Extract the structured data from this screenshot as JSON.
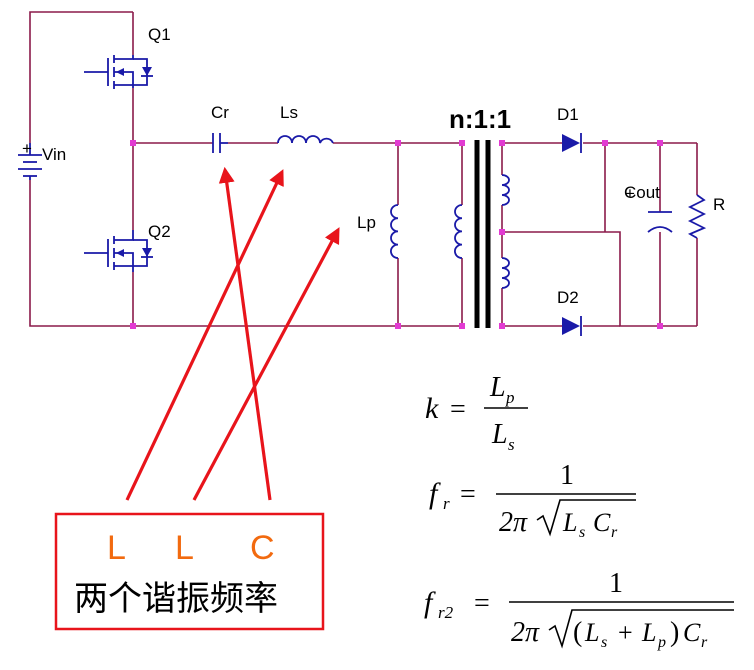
{
  "labels": {
    "q1": "Q1",
    "q2": "Q2",
    "vin": "Vin",
    "cr": "Cr",
    "ls": "Ls",
    "lp": "Lp",
    "ratio": "n:1:1",
    "d1": "D1",
    "d2": "D2",
    "cout": "Cout",
    "r": "R"
  },
  "formulas": {
    "k": "k",
    "eq": "=",
    "lp": "L",
    "lp_sub": "p",
    "ls": "L",
    "ls_sub": "s",
    "fr": "f",
    "fr_sub": "r",
    "one": "1",
    "two_pi": "2π",
    "cr": "C",
    "cr_sub": "r",
    "fr2": "f",
    "fr2_sub": "r2",
    "plus": "+",
    "lparen": "(",
    "rparen": ")"
  },
  "callout": {
    "letter_1": "L",
    "letter_2": "L",
    "letter_3": "C",
    "caption": "两个谐振频率",
    "border_color": "#e8141b",
    "letter_color": "#f26a0f"
  },
  "colors": {
    "wire": "#8b1a4a",
    "component": "#1a1aa8",
    "node": "#e23bd2",
    "arrow": "#e8141b"
  }
}
